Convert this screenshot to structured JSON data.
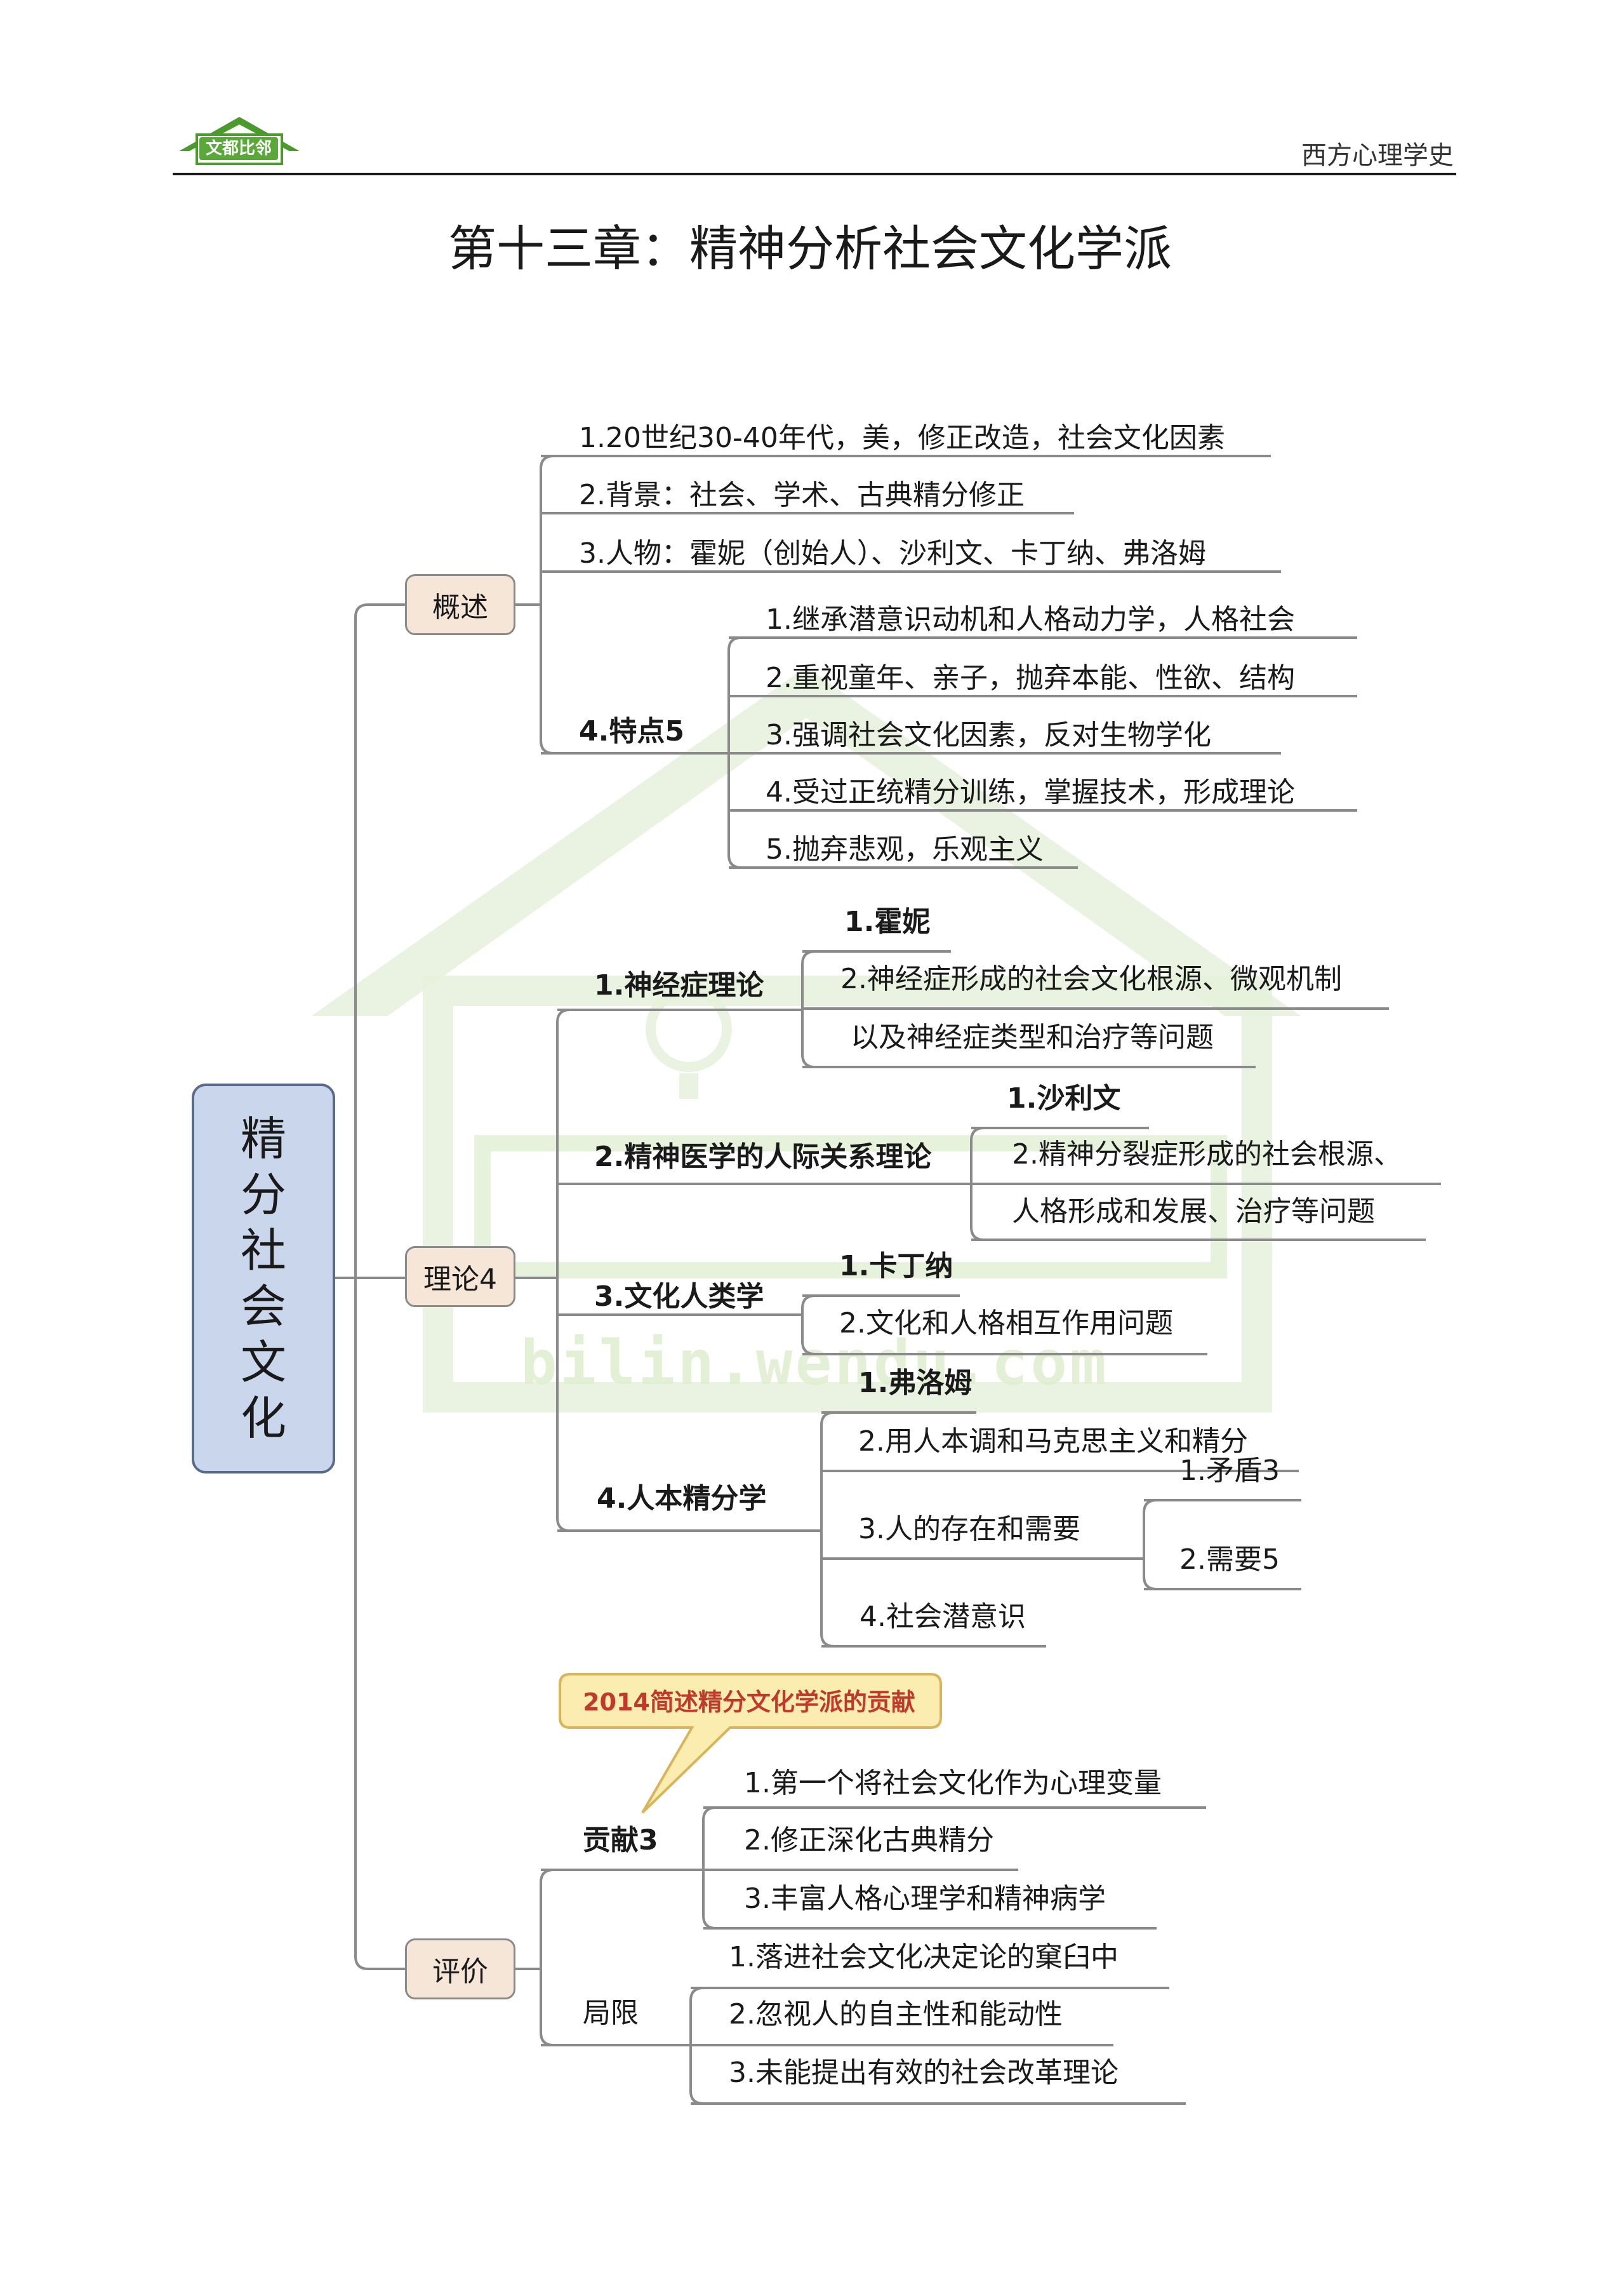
{
  "header": {
    "logo_text": "文都比邻",
    "right_title": "西方心理学史"
  },
  "chapter_title": "第十三章：精神分析社会文化学派",
  "watermark": {
    "url_text": "bilin.wendu.com",
    "color": "#dfeecf"
  },
  "root": {
    "chars": [
      "精",
      "分",
      "社",
      "会",
      "文",
      "化"
    ]
  },
  "colors": {
    "root_fill": "#c9d6ec",
    "branch_fill": "#f6e6d8",
    "callout_fill": "#fbecb0",
    "callout_text": "#c0392b",
    "line": "#8a8a8a"
  },
  "overview": {
    "label": "概述",
    "items": [
      "1.20世纪30-40年代，美，修正改造，社会文化因素",
      "2.背景：社会、学术、古典精分修正",
      "3.人物：霍妮（创始人）、沙利文、卡丁纳、弗洛姆"
    ],
    "features": {
      "label": "4.特点5",
      "items": [
        "1.继承潜意识动机和人格动力学，人格社会",
        "2.重视童年、亲子，抛弃本能、性欲、结构",
        "3.强调社会文化因素，反对生物学化",
        "4.受过正统精分训练，掌握技术，形成理论",
        "5.抛弃悲观，乐观主义"
      ]
    }
  },
  "theory": {
    "label": "理论4",
    "neurosis": {
      "label": "1.神经症理论",
      "person": "1.霍妮",
      "content_line1": "2.神经症形成的社会文化根源、微观机制",
      "content_line2": "以及神经症类型和治疗等问题"
    },
    "interpersonal": {
      "label": "2.精神医学的人际关系理论",
      "person": "1.沙利文",
      "content_line1": "2.精神分裂症形成的社会根源、",
      "content_line2": "人格形成和发展、治疗等问题"
    },
    "anthropology": {
      "label": "3.文化人类学",
      "person": "1.卡丁纳",
      "content": "2.文化和人格相互作用问题"
    },
    "humanistic": {
      "label": "4.人本精分学",
      "person": "1.弗洛姆",
      "item2": "2.用人本调和马克思主义和精分",
      "item3": "3.人的存在和需要",
      "item3_sub": [
        "1.矛盾3",
        "2.需要5"
      ],
      "item4": "4.社会潜意识"
    }
  },
  "evaluation": {
    "label": "评价",
    "callout": "2014简述精分文化学派的贡献",
    "contribution": {
      "label": "贡献3",
      "items": [
        "1.第一个将社会文化作为心理变量",
        "2.修正深化古典精分",
        "3.丰富人格心理学和精神病学"
      ]
    },
    "limitation": {
      "label": "局限",
      "items": [
        "1.落进社会文化决定论的窠臼中",
        "2.忽视人的自主性和能动性",
        "3.未能提出有效的社会改革理论"
      ]
    }
  }
}
